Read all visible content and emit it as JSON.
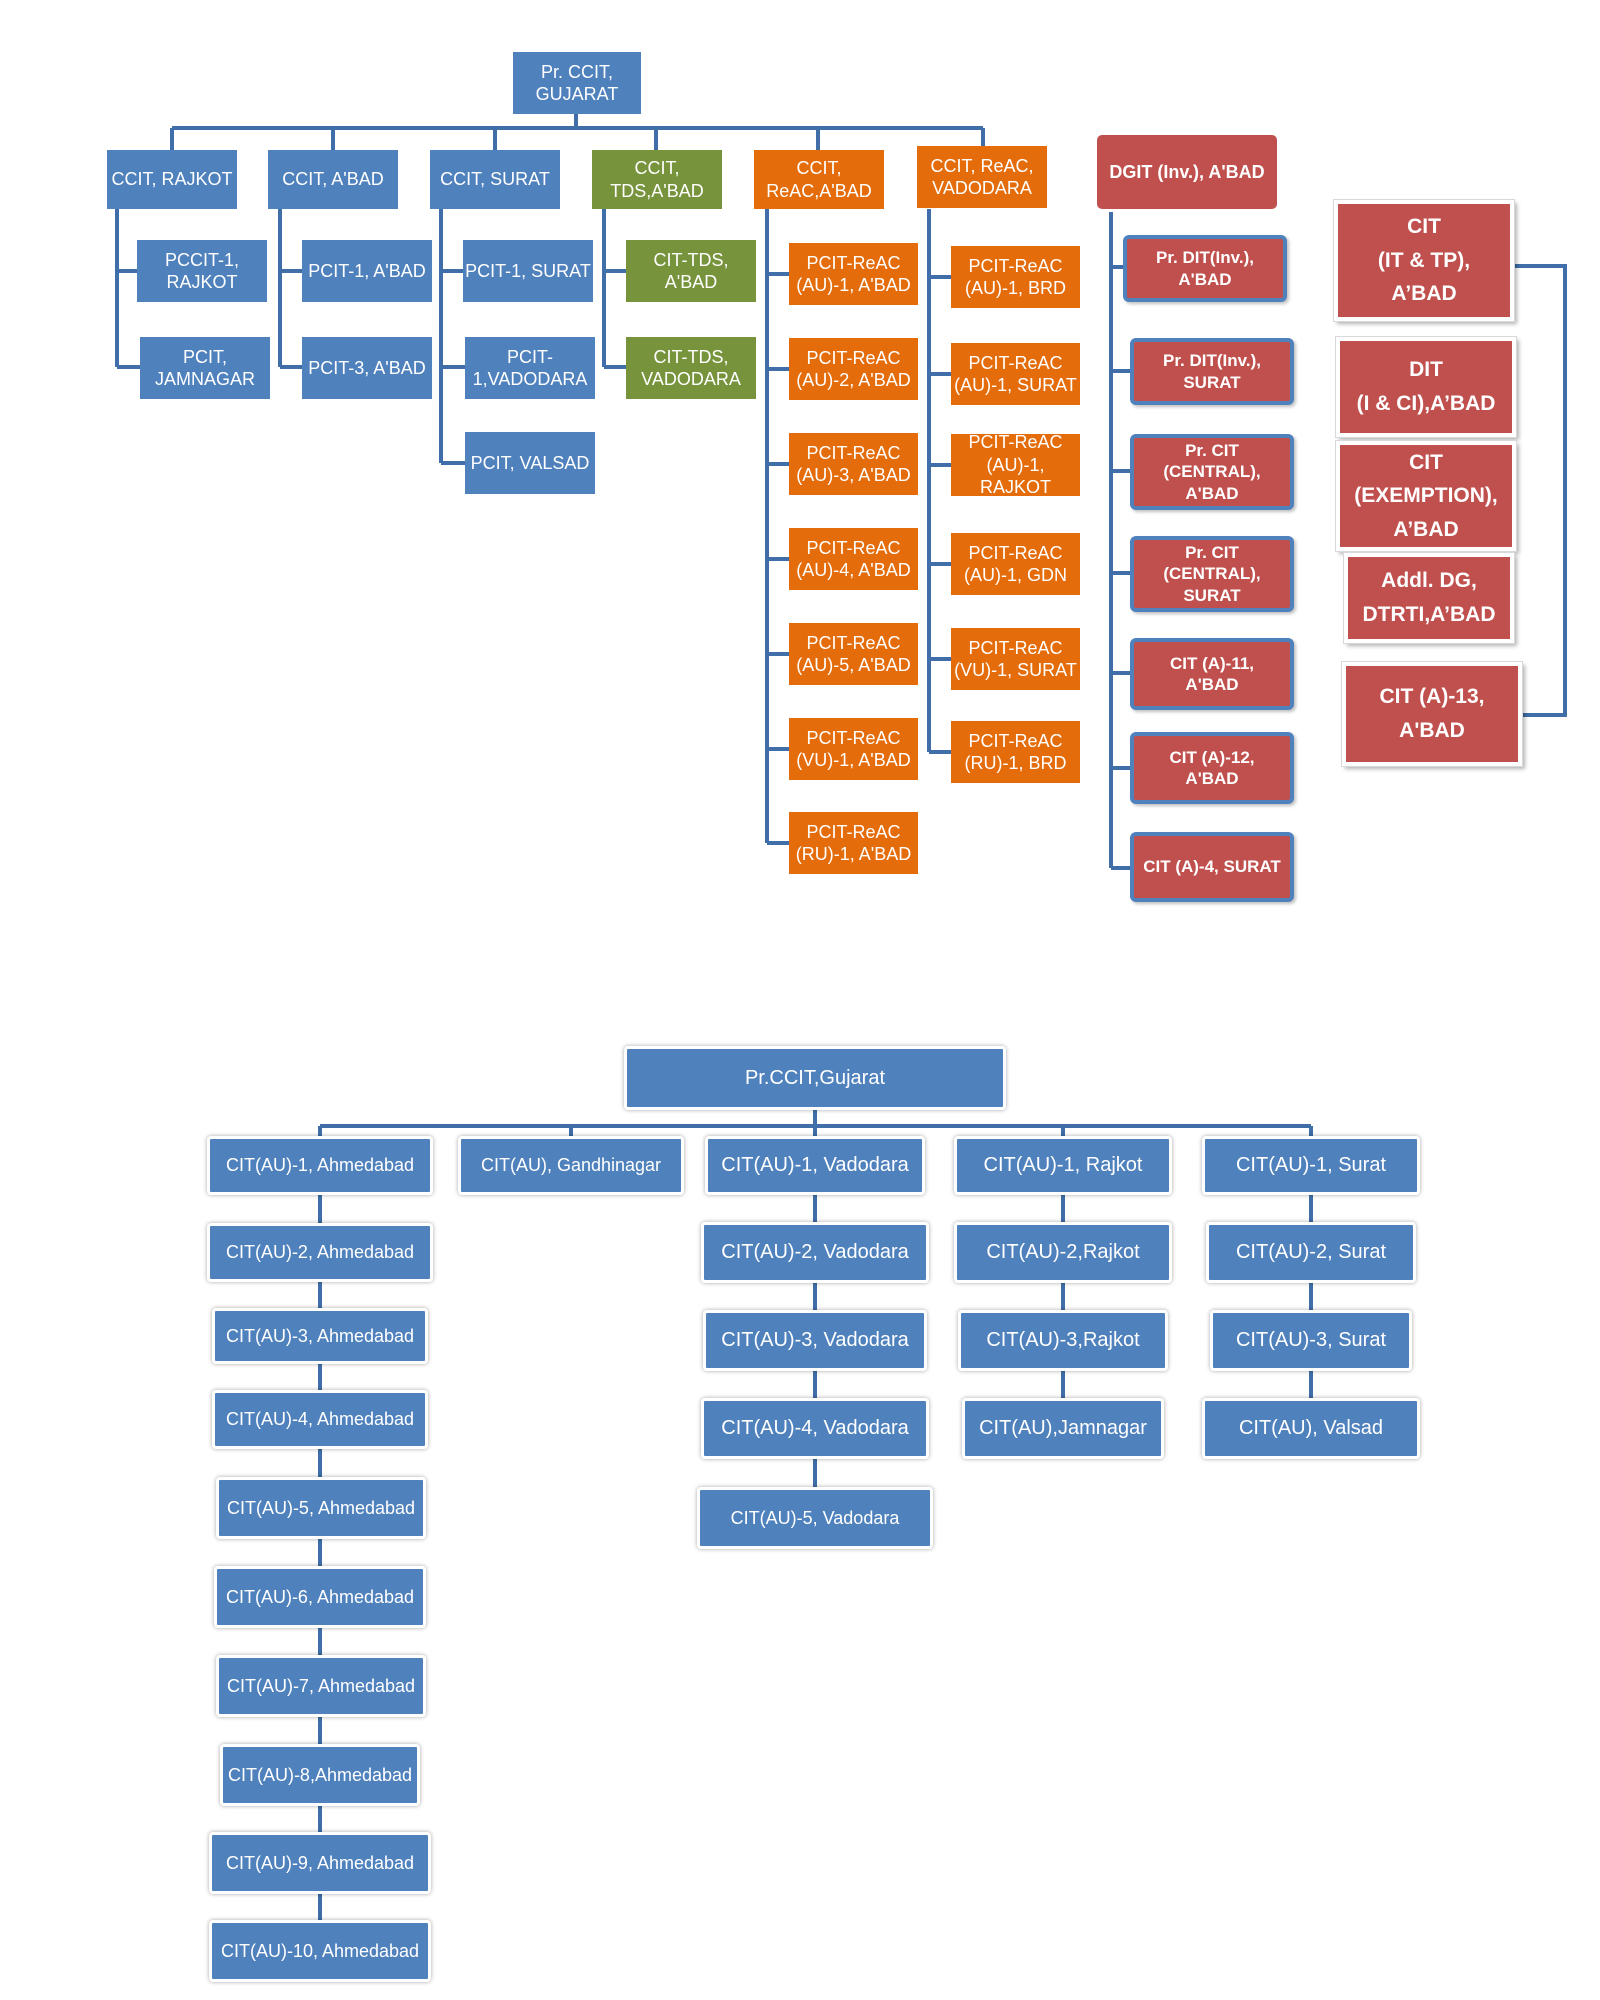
{
  "colors": {
    "blue": "#4f81bd",
    "green": "#77933c",
    "orange": "#e46c0a",
    "red": "#c0504d"
  },
  "top": {
    "root": "Pr. CCIT,\nGUJARAT",
    "ccit_rajkot": {
      "label": "CCIT, RAJKOT",
      "children": [
        "PCCIT-1,\nRAJKOT",
        "PCIT,\nJAMNAGAR"
      ]
    },
    "ccit_abad": {
      "label": "CCIT, A'BAD",
      "children": [
        "PCIT-1, A'BAD",
        "PCIT-3, A'BAD"
      ]
    },
    "ccit_surat": {
      "label": "CCIT, SURAT",
      "children": [
        "PCIT-1, SURAT",
        "PCIT-\n1,VADODARA",
        "PCIT, VALSAD"
      ]
    },
    "ccit_tds": {
      "label": "CCIT,\nTDS,A'BAD",
      "children": [
        "CIT-TDS, A'BAD",
        "CIT-TDS,\nVADODARA"
      ]
    },
    "ccit_reac_abad": {
      "label": "CCIT,\nReAC,A'BAD",
      "children": [
        "PCIT-ReAC\n(AU)-1, A'BAD",
        "PCIT-ReAC\n(AU)-2, A'BAD",
        "PCIT-ReAC\n(AU)-3, A'BAD",
        "PCIT-ReAC\n(AU)-4, A'BAD",
        "PCIT-ReAC\n(AU)-5, A'BAD",
        "PCIT-ReAC\n(VU)-1, A'BAD",
        "PCIT-ReAC\n(RU)-1, A'BAD"
      ]
    },
    "ccit_reac_vadodara": {
      "label": "CCIT, ReAC,\nVADODARA",
      "children": [
        "PCIT-ReAC\n(AU)-1, BRD",
        "PCIT-ReAC\n(AU)-1, SURAT",
        "PCIT-ReAC\n(AU)-1,\nRAJKOT",
        "PCIT-ReAC\n(AU)-1, GDN",
        "PCIT-ReAC\n(VU)-1, SURAT",
        "PCIT-ReAC\n(RU)-1, BRD"
      ]
    },
    "dgit": {
      "label": "DGIT (Inv.), A'BAD",
      "children": [
        "Pr. DIT(Inv.),\nA'BAD",
        "Pr. DIT(Inv.),\nSURAT",
        "Pr. CIT\n(CENTRAL),\nA'BAD",
        "Pr. CIT\n(CENTRAL),\nSURAT",
        "CIT (A)-11,\nA'BAD",
        "CIT (A)-12,\nA'BAD",
        "CIT (A)-4, SURAT"
      ]
    },
    "right_group": [
      "CIT\n(IT & TP),\nA’BAD",
      "DIT\n(I & CI),A’BAD",
      "CIT\n(EXEMPTION),\nA’BAD",
      "Addl. DG,\nDTRTI,A’BAD",
      "CIT (A)-13,\nA'BAD"
    ]
  },
  "bottom": {
    "root": "Pr.CCIT,Gujarat",
    "columns": [
      [
        "CIT(AU)-1, Ahmedabad",
        "CIT(AU)-2, Ahmedabad",
        "CIT(AU)-3, Ahmedabad",
        "CIT(AU)-4, Ahmedabad",
        "CIT(AU)-5, Ahmedabad",
        "CIT(AU)-6, Ahmedabad",
        "CIT(AU)-7, Ahmedabad",
        "CIT(AU)-8,Ahmedabad",
        "CIT(AU)-9, Ahmedabad",
        "CIT(AU)-10, Ahmedabad"
      ],
      [
        "CIT(AU), Gandhinagar"
      ],
      [
        "CIT(AU)-1, Vadodara",
        "CIT(AU)-2, Vadodara",
        "CIT(AU)-3, Vadodara",
        "CIT(AU)-4, Vadodara",
        "CIT(AU)-5, Vadodara"
      ],
      [
        "CIT(AU)-1, Rajkot",
        "CIT(AU)-2,Rajkot",
        "CIT(AU)-3,Rajkot",
        "CIT(AU),Jamnagar"
      ],
      [
        "CIT(AU)-1, Surat",
        "CIT(AU)-2, Surat",
        "CIT(AU)-3, Surat",
        "CIT(AU), Valsad"
      ]
    ]
  }
}
